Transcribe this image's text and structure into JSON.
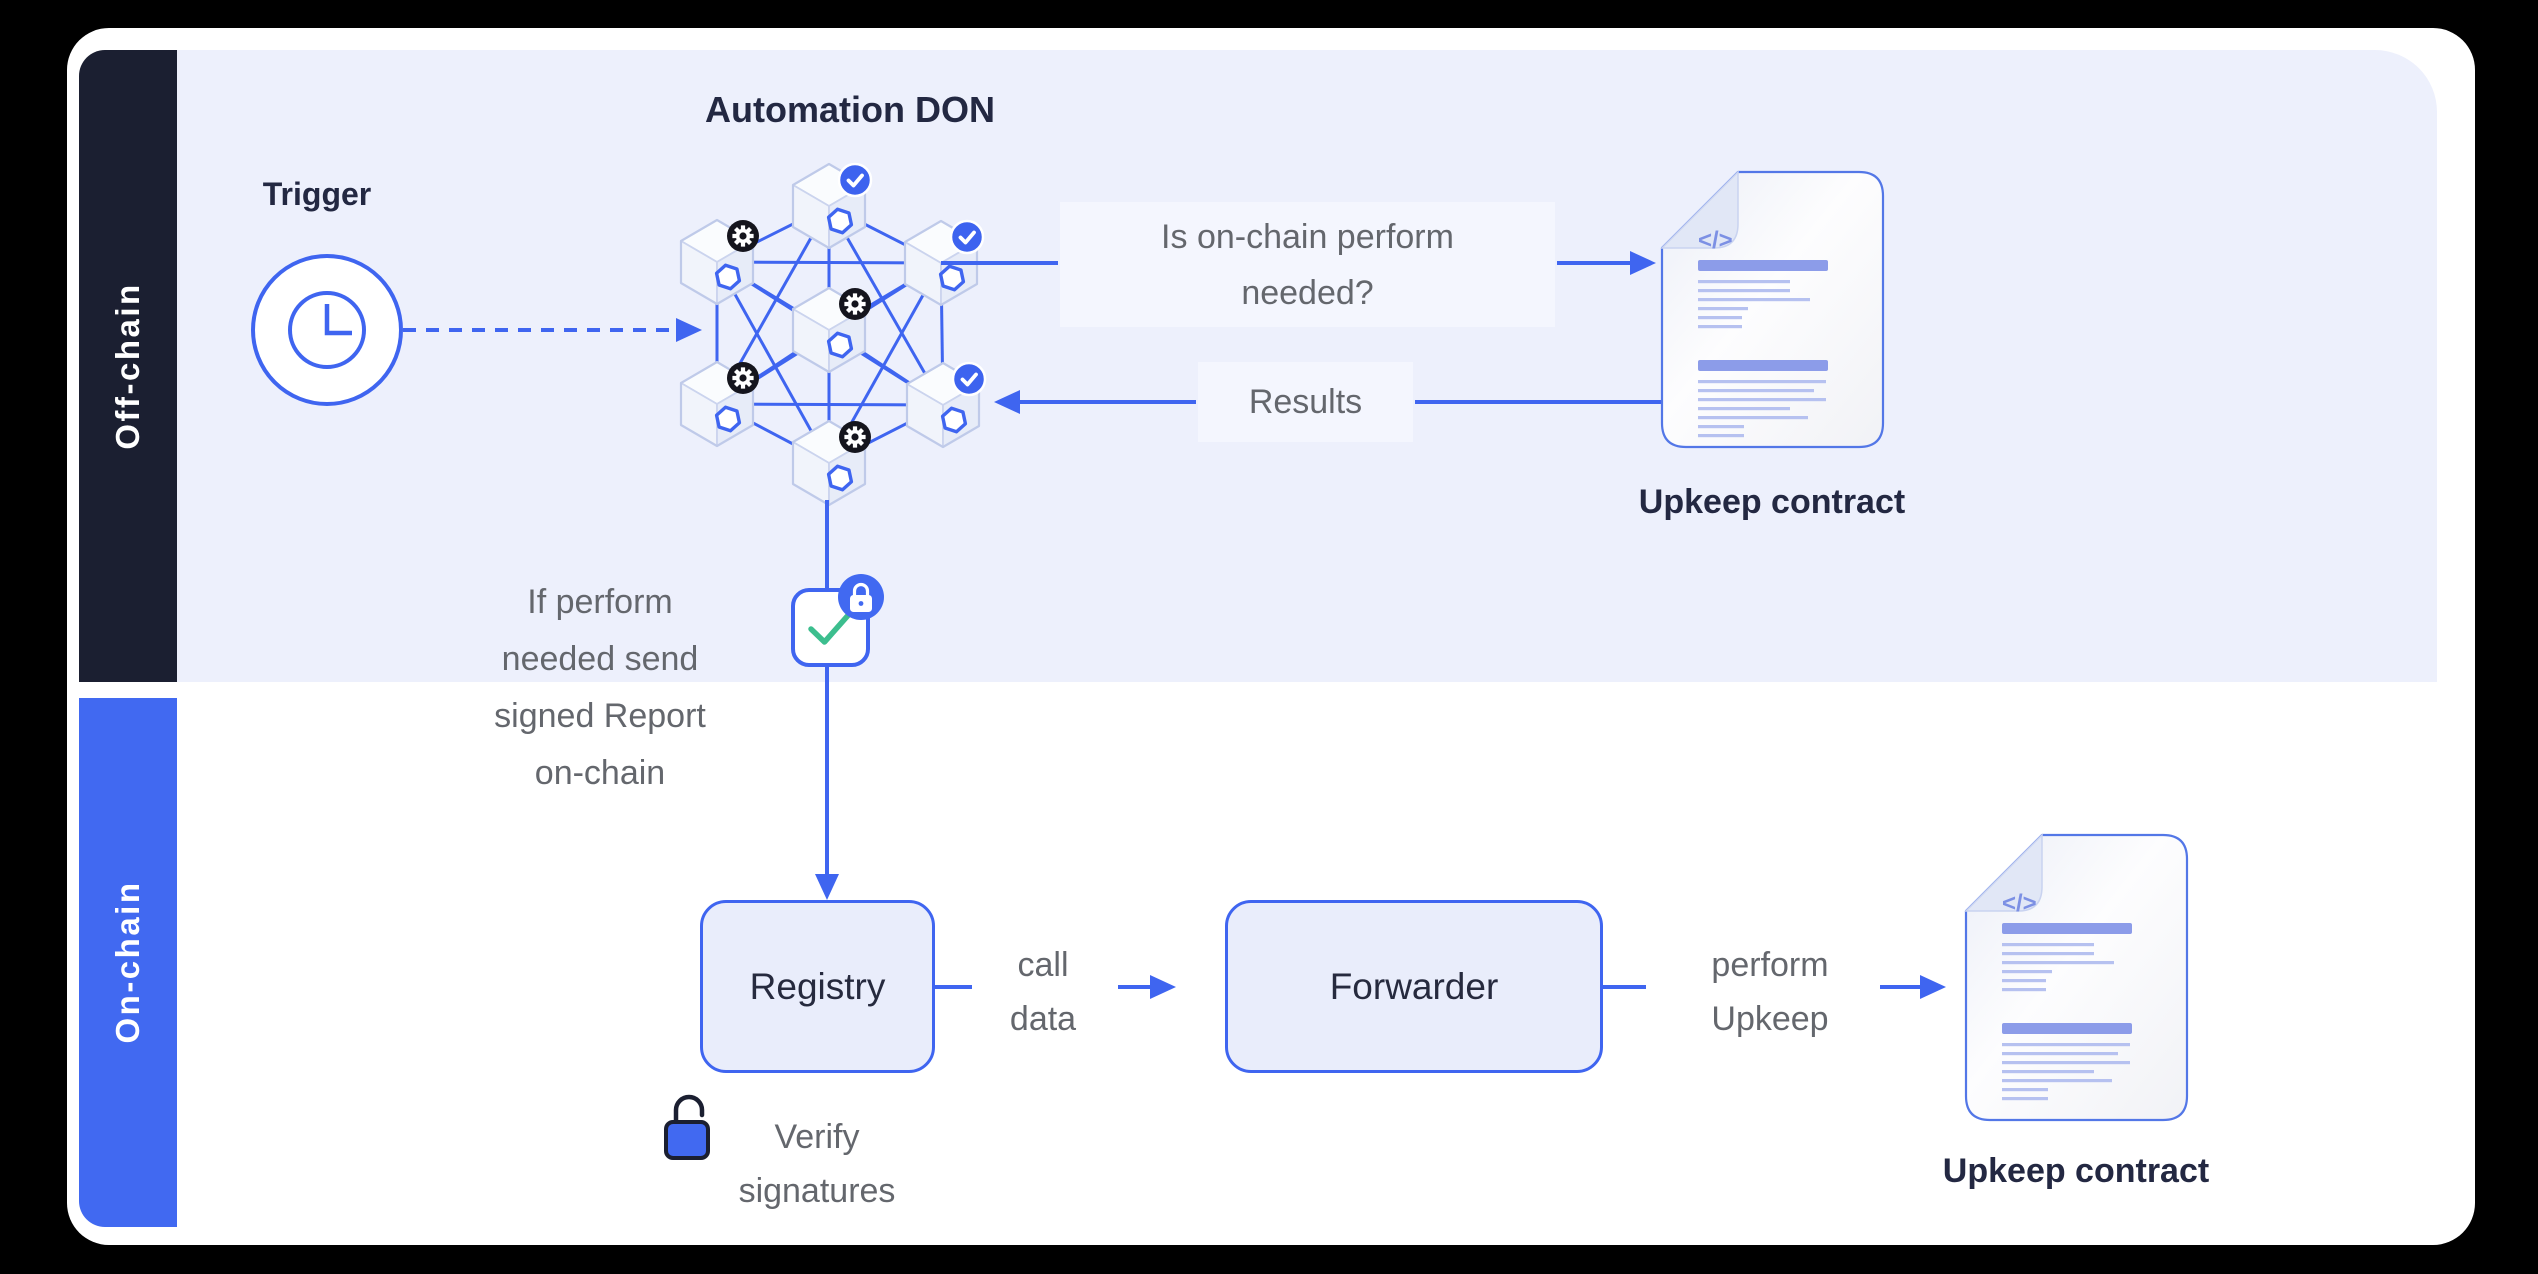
{
  "sections": {
    "offchain": "Off-chain",
    "onchain": "On-chain"
  },
  "trigger": {
    "label": "Trigger"
  },
  "don": {
    "title": "Automation DON",
    "nodes": [
      "check",
      "gear",
      "check",
      "gear",
      "gear",
      "check",
      "gear"
    ]
  },
  "flow": {
    "question": "Is on-chain perform\nneeded?",
    "results": "Results",
    "report_note": "If perform\nneeded send\nsigned Report\non-chain",
    "call_data": "call\ndata",
    "perform_upkeep": "perform\nUpkeep",
    "verify_signatures": "Verify\nsignatures"
  },
  "boxes": {
    "registry": "Registry",
    "forwarder": "Forwarder"
  },
  "contracts": {
    "offchain_label": "Upkeep contract",
    "onchain_label": "Upkeep contract"
  },
  "icons": {
    "trigger": "clock-icon",
    "node_verified": "check-badge-icon",
    "node_compute": "gear-badge-icon",
    "node_logo": "chainlink-logo-icon",
    "signed_report": "lock-check-icon",
    "contract": "code-document-icon",
    "verify": "open-padlock-icon"
  },
  "colors": {
    "accent_blue": "#3F65F0",
    "bar_blue": "#4169F1",
    "dark_navy": "#1B1F31",
    "lavender": "#EDF0FC",
    "panel": "#F4F6FE",
    "box_fill": "#E9EDFB",
    "gray_text": "#64676D",
    "title_text": "#232842",
    "green_check": "#3CBE8E",
    "badge_dark": "#15151D",
    "doc_border": "#5377E7",
    "doc_bar": "#8C9CE9",
    "doc_line": "#B6C1F0",
    "hex_stroke": "#BFCAE9"
  }
}
